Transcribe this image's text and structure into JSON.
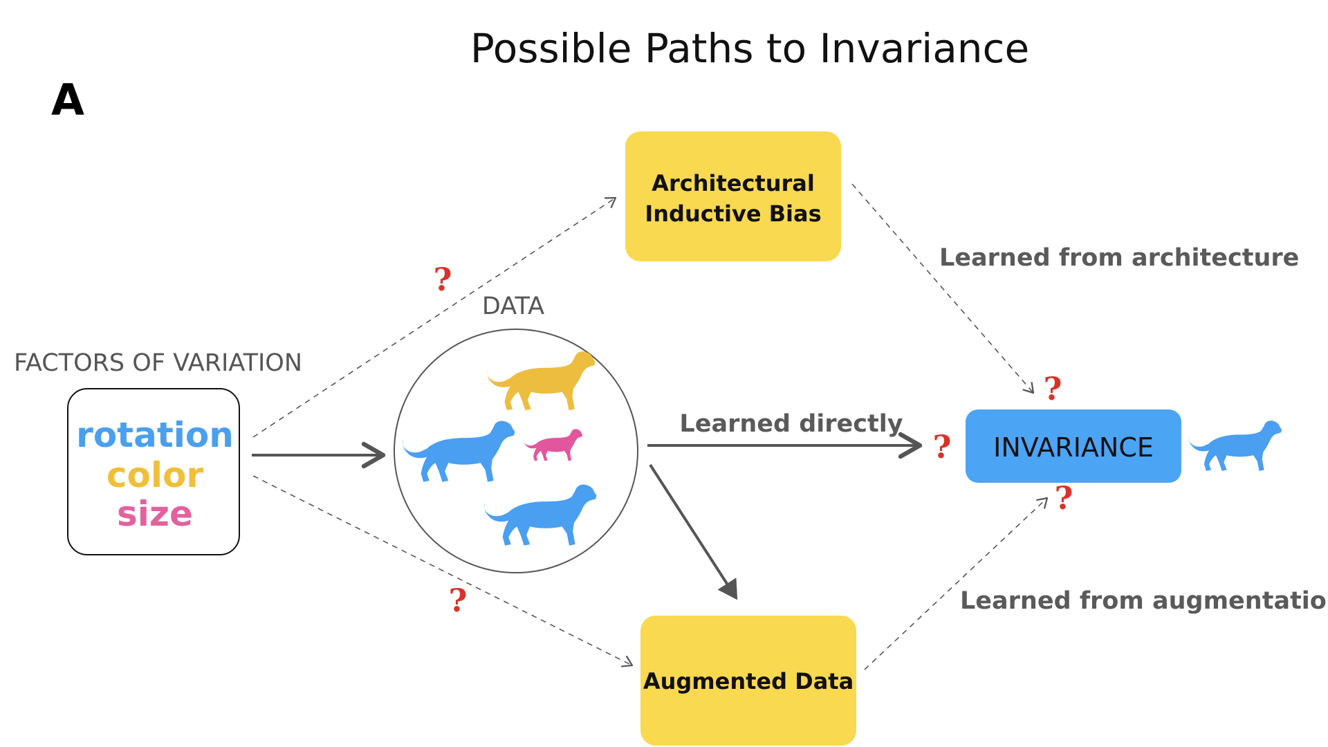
{
  "title": "Possible Paths to Invariance",
  "panel_letter": "A",
  "factors": {
    "heading": "FACTORS OF VARIATION",
    "items": [
      {
        "label": "rotation",
        "color": "#4a9ff0"
      },
      {
        "label": "color",
        "color": "#f0bf3a"
      },
      {
        "label": "size",
        "color": "#e2619e"
      }
    ]
  },
  "data_label": "DATA",
  "boxes": {
    "architecture": {
      "line1": "Architectural",
      "line2": "Inductive Bias",
      "fill": "#f9d94f"
    },
    "augmented": {
      "label": "Augmented Data",
      "fill": "#f9d94f"
    },
    "invariance": {
      "label": "INVARIANCE",
      "fill": "#4ca4f5"
    }
  },
  "edge_labels": {
    "architecture": "Learned from architecture",
    "direct": "Learned directly",
    "augmentation": "Learned from augmentation"
  },
  "question_mark": "?",
  "colors": {
    "yellow_dog": "#ecbd3f",
    "blue_dog": "#4a9ff0",
    "pink_dog": "#e2569e",
    "arrow": "#555555",
    "question": "#d8322a"
  }
}
